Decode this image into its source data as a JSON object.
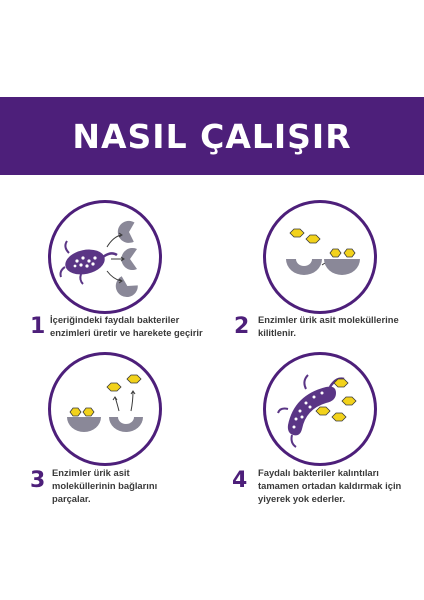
{
  "title": "NASIL ÇALIŞIR",
  "colors": {
    "brand_purple": "#4d1f7a",
    "enzyme_gray": "#8a8898",
    "molecule_yellow": "#f2d21b",
    "bacteria_purple": "#5a3585"
  },
  "steps": [
    {
      "number": "1",
      "text": "İçeriğindeki faydalı bakteriler enzimleri üretir ve harekete geçirir",
      "icon": "bacteria-producing-enzymes-icon"
    },
    {
      "number": "2",
      "text": "Enzimler ürik asit moleküllerine kilitlenir.",
      "icon": "enzymes-locking-molecules-icon"
    },
    {
      "number": "3",
      "text": "Enzimler ürik asit moleküllerinin bağlarını parçalar.",
      "icon": "enzymes-breaking-bonds-icon"
    },
    {
      "number": "4",
      "text": "Faydalı bakteriler kalıntıları tamamen ortadan kaldırmak için yiyerek yok ederler.",
      "icon": "bacteria-eating-residue-icon"
    }
  ]
}
